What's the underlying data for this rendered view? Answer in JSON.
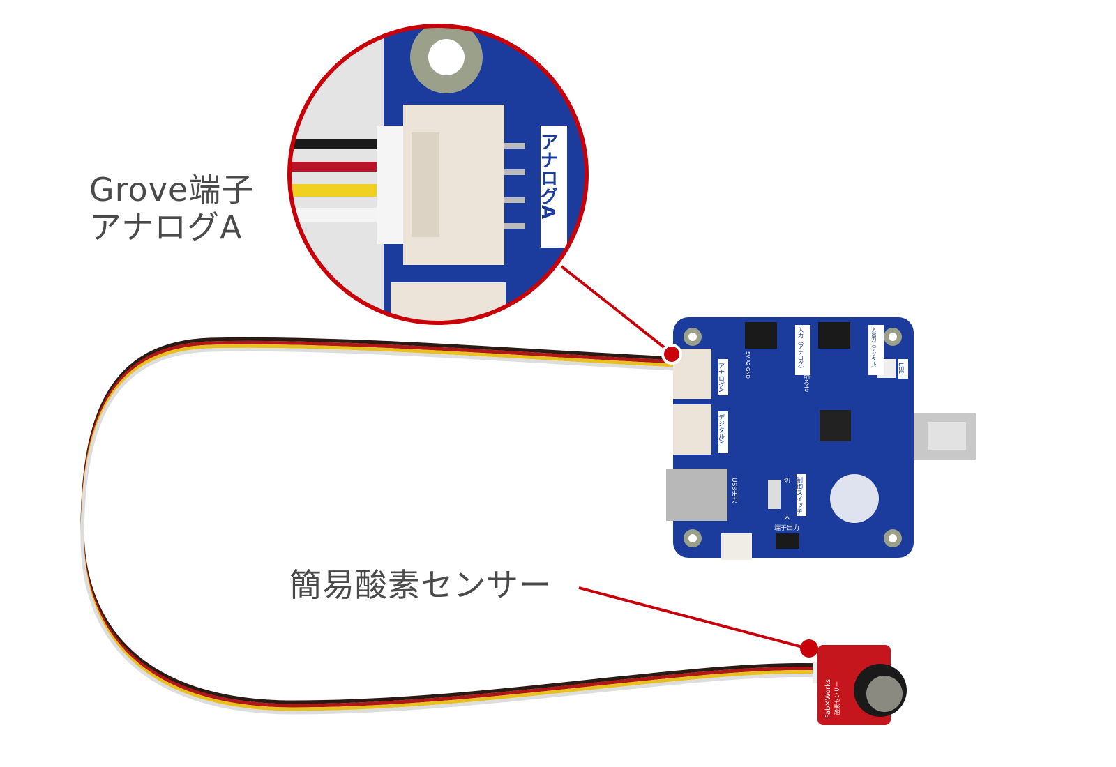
{
  "callouts": {
    "grove": {
      "line1": "Grove端子",
      "line2": "アナログA"
    },
    "sensor": {
      "text": "簡易酸素センサー"
    }
  },
  "board_labels": {
    "analog_a": "アナログA",
    "digital_a": "デジタルA",
    "input_analog": "入力（アナログ）",
    "io_digital": "入出力（デジタル）",
    "brightness": "明るさ",
    "led": "LED",
    "control_switch": "制御スイッチ",
    "usb_out": "USB出力",
    "terminal_out": "端子出力",
    "off": "切",
    "on": "入",
    "pins": "5V A2 GND"
  },
  "sensor_module": {
    "brand": "Fab✕Works",
    "name": "酸素センサー"
  },
  "colors": {
    "accent": "#c8000a",
    "board": "#1b3c9c",
    "text": "#4a4a4a",
    "sensor": "#c4161c"
  }
}
